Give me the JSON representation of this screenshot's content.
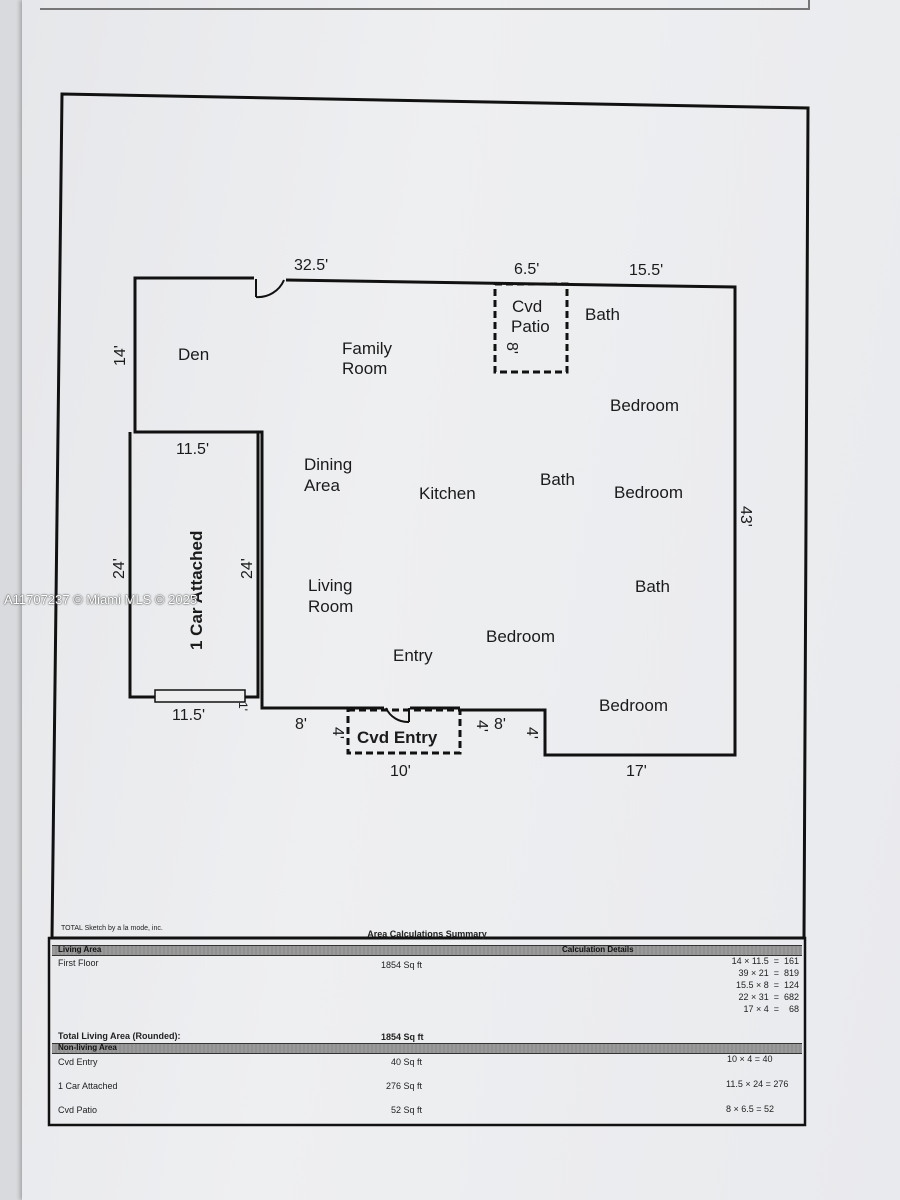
{
  "rooms": {
    "den": "Den",
    "family_room_1": "Family",
    "family_room_2": "Room",
    "cvd_patio_1": "Cvd",
    "cvd_patio_2": "Patio",
    "bath_top": "Bath",
    "bedroom_1": "Bedroom",
    "dining_1": "Dining",
    "dining_2": "Area",
    "kitchen": "Kitchen",
    "bath_mid": "Bath",
    "bedroom_2": "Bedroom",
    "garage": "1 Car Attached",
    "living_1": "Living",
    "living_2": "Room",
    "bath_right": "Bath",
    "bedroom_3": "Bedroom",
    "entry": "Entry",
    "bedroom_4": "Bedroom",
    "cvd_entry": "Cvd Entry"
  },
  "dimensions": {
    "top_left": "32.5'",
    "top_patio": "6.5'",
    "top_right": "15.5'",
    "left_upper": "14'",
    "patio_depth": "8'",
    "right_side": "43'",
    "garage_top": "11.5'",
    "garage_left": "24'",
    "garage_right": "24'",
    "garage_bottom": "11.5'",
    "garage_small": "1'",
    "bottom_left": "8'",
    "entry_left": "4'",
    "entry_right": "4'",
    "bottom_mid": "8'",
    "step_depth": "4'",
    "entry_width": "10'",
    "bottom_right": "17'"
  },
  "watermark": "A11707237 © Miami MLS © 2025",
  "summary": {
    "credit": "TOTAL Sketch by a la mode, inc.",
    "title": "Area Calculations Summary",
    "living_header": "Living Area",
    "calc_header": "Calculation Details",
    "first_floor_label": "First Floor",
    "first_floor_value": "1854 Sq ft",
    "first_floor_calcs": [
      "14 × 11.5  =  161",
      "39 × 21  =  819",
      "15.5 × 8  =  124",
      "22 × 31  =  682",
      "17 × 4  =    68"
    ],
    "total_label": "Total Living Area (Rounded):",
    "total_value": "1854 Sq ft",
    "nonliving_header": "Non-living Area",
    "nonliving": [
      {
        "label": "Cvd Entry",
        "value": "40 Sq ft",
        "calc": "10 × 4  =  40"
      },
      {
        "label": "1 Car Attached",
        "value": "276 Sq ft",
        "calc": "11.5 × 24  =  276"
      },
      {
        "label": "Cvd  Patio",
        "value": "52 Sq ft",
        "calc": "8 × 6.5  =  52"
      }
    ]
  }
}
